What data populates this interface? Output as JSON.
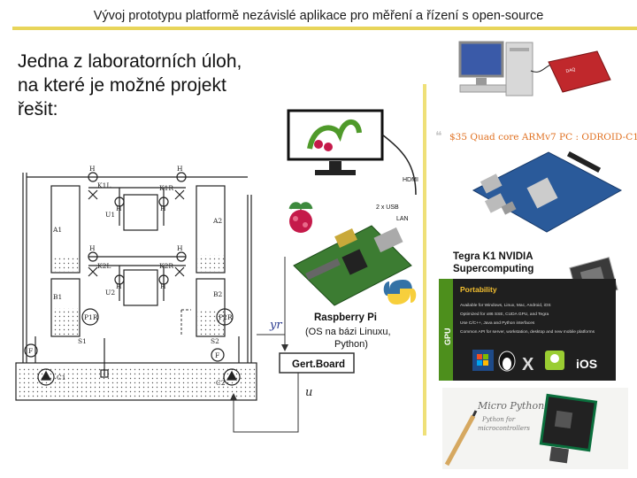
{
  "slide": {
    "title": "Vývoj prototypu platformě nezávislé aplikace pro měření a řízení s open-source",
    "intro_text": "Jedna z laboratorních úloh, na které je možné projekt řešit:"
  },
  "diagram": {
    "tank_labels": [
      "A1",
      "A2",
      "B1",
      "B2"
    ],
    "valve_labels": [
      "K1L",
      "K1R",
      "K2L",
      "K2R"
    ],
    "pump_labels": [
      "C1",
      "C2"
    ],
    "h_label": "H",
    "u_labels": [
      "U1",
      "U2"
    ],
    "p_labels": [
      "P1R",
      "P2R"
    ],
    "s_labels": [
      "S1",
      "S2"
    ],
    "f_label": "F",
    "yr_label": "yr",
    "u_label": "u",
    "hdmi_label": "HDMI",
    "usb_label": "2 x USB",
    "lan_label": "LAN",
    "rpi_title": "Raspberry Pi",
    "rpi_sub1": "(OS na bázi Linuxu,",
    "rpi_sub2": "Python)",
    "gertboard_label": "Gert.Board"
  },
  "right_panel": {
    "odroid_caption": "$35 Quad core ARMv7 PC : ODROID-C1",
    "tegra_title_1": "Tegra K1 NVIDIA",
    "tegra_title_2": "Supercomputing",
    "tegra_gpu": "GPU",
    "portability_title": "Portability",
    "portability_items": [
      "Available for Windows, Linux, Mac, Android, iOS",
      "Optimized for x86 SSE, CUDA GPU, and Tegra",
      "Use C/C++, Java and Python interfaces",
      "Common API for server, workstation, desktop and new mobile platforms"
    ],
    "os_icons": [
      "windows-icon",
      "linux-icon",
      "x-icon",
      "android-icon",
      "ios-icon"
    ],
    "ios_label": "iOS",
    "micropython_1": "Micro Python",
    "micropython_2": "Python for",
    "micropython_3": "microcontrollers"
  },
  "colors": {
    "accent": "#e8d55a",
    "rpi_red": "#c51a4a",
    "rpi_green": "#3d8a3d",
    "python_blue": "#3472a6",
    "python_yellow": "#f7cf3c",
    "gertboard_border": "#333333",
    "tegra_green": "#4d8f1c"
  }
}
